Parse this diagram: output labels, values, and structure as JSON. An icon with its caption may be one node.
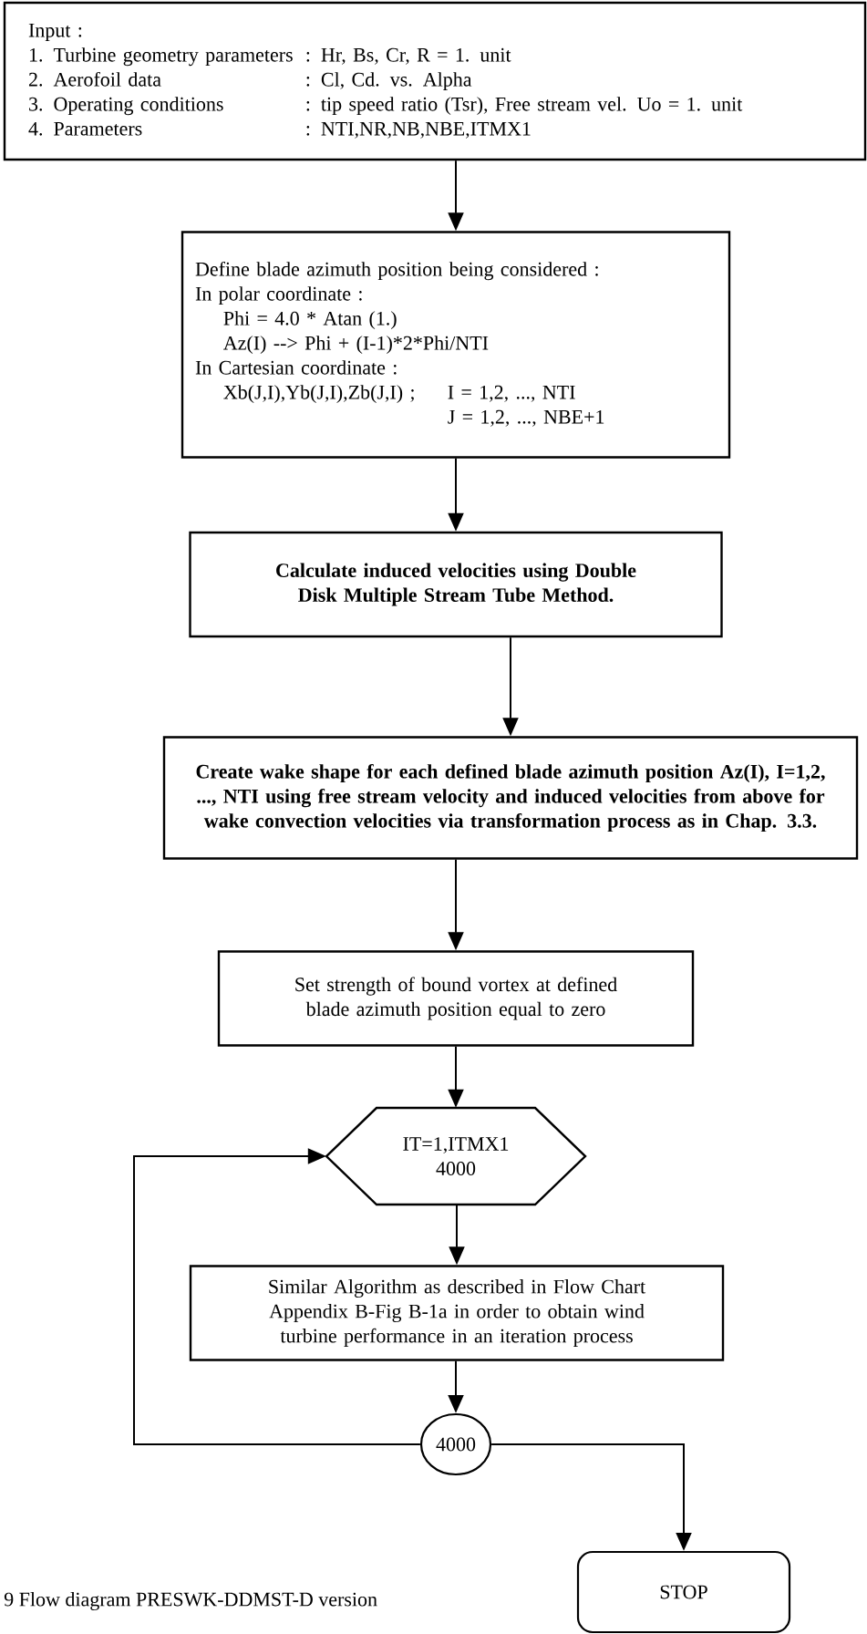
{
  "diagram": {
    "caption": "9 Flow diagram PRESWK-DDMST-D version",
    "nodes": [
      {
        "text": [
          "Input :",
          "1. Turbine geometry parameters",
          ": Hr, Bs, Cr, R = 1. unit",
          "2. Aerofoil data",
          ": Cl, Cd. vs. Alpha",
          "3. Operating conditions",
          ": tip speed ratio (Tsr), Free stream vel. Uo = 1. unit",
          "4. Parameters",
          ": NTI,NR,NB,NBE,ITMX1"
        ]
      },
      {
        "text": [
          "Define blade azimuth position being considered :",
          "In polar coordinate :",
          "Phi = 4.0 * Atan (1.)",
          "Az(I) --> Phi + (I-1)*2*Phi/NTI",
          "In Cartesian coordinate :",
          "Xb(J,I),Yb(J,I),Zb(J,I) ;",
          "I = 1,2, ..., NTI",
          "J = 1,2, ..., NBE+1"
        ]
      },
      {
        "text": [
          "Calculate induced velocities using Double Disk Multiple Stream Tube Method."
        ]
      },
      {
        "text": [
          "Create wake shape for each defined blade azimuth position Az(I), I=1,2, ..., NTI using free stream velocity and induced velocities from above for wake convection velocities via transformation process as in Chap. 3.3."
        ]
      },
      {
        "text": [
          "Set strength of bound vortex at defined blade azimuth position equal to zero"
        ]
      },
      {
        "text": [
          "IT=1,ITMX1",
          "4000"
        ]
      },
      {
        "text": [
          "Similar Algorithm as described in Flow Chart Appendix B-Fig B-1a in order to obtain wind turbine performance in an iteration process"
        ]
      },
      {
        "text": [
          "4000"
        ]
      },
      {
        "text": [
          "STOP"
        ]
      }
    ],
    "edges": [
      {
        "from": 0,
        "to": 1,
        "arrow": "to"
      },
      {
        "from": 1,
        "to": 2,
        "arrow": "to"
      },
      {
        "from": 2,
        "to": 3,
        "arrow": "to"
      },
      {
        "from": 3,
        "to": 4,
        "arrow": "to"
      },
      {
        "from": 4,
        "to": 5,
        "arrow": "to"
      },
      {
        "from": 5,
        "to": 6,
        "arrow": "to"
      },
      {
        "from": 6,
        "to": 7,
        "arrow": "to"
      },
      {
        "from": 7,
        "to": 5,
        "arrow": "to"
      },
      {
        "from": 7,
        "to": 8,
        "arrow": "to"
      }
    ]
  }
}
